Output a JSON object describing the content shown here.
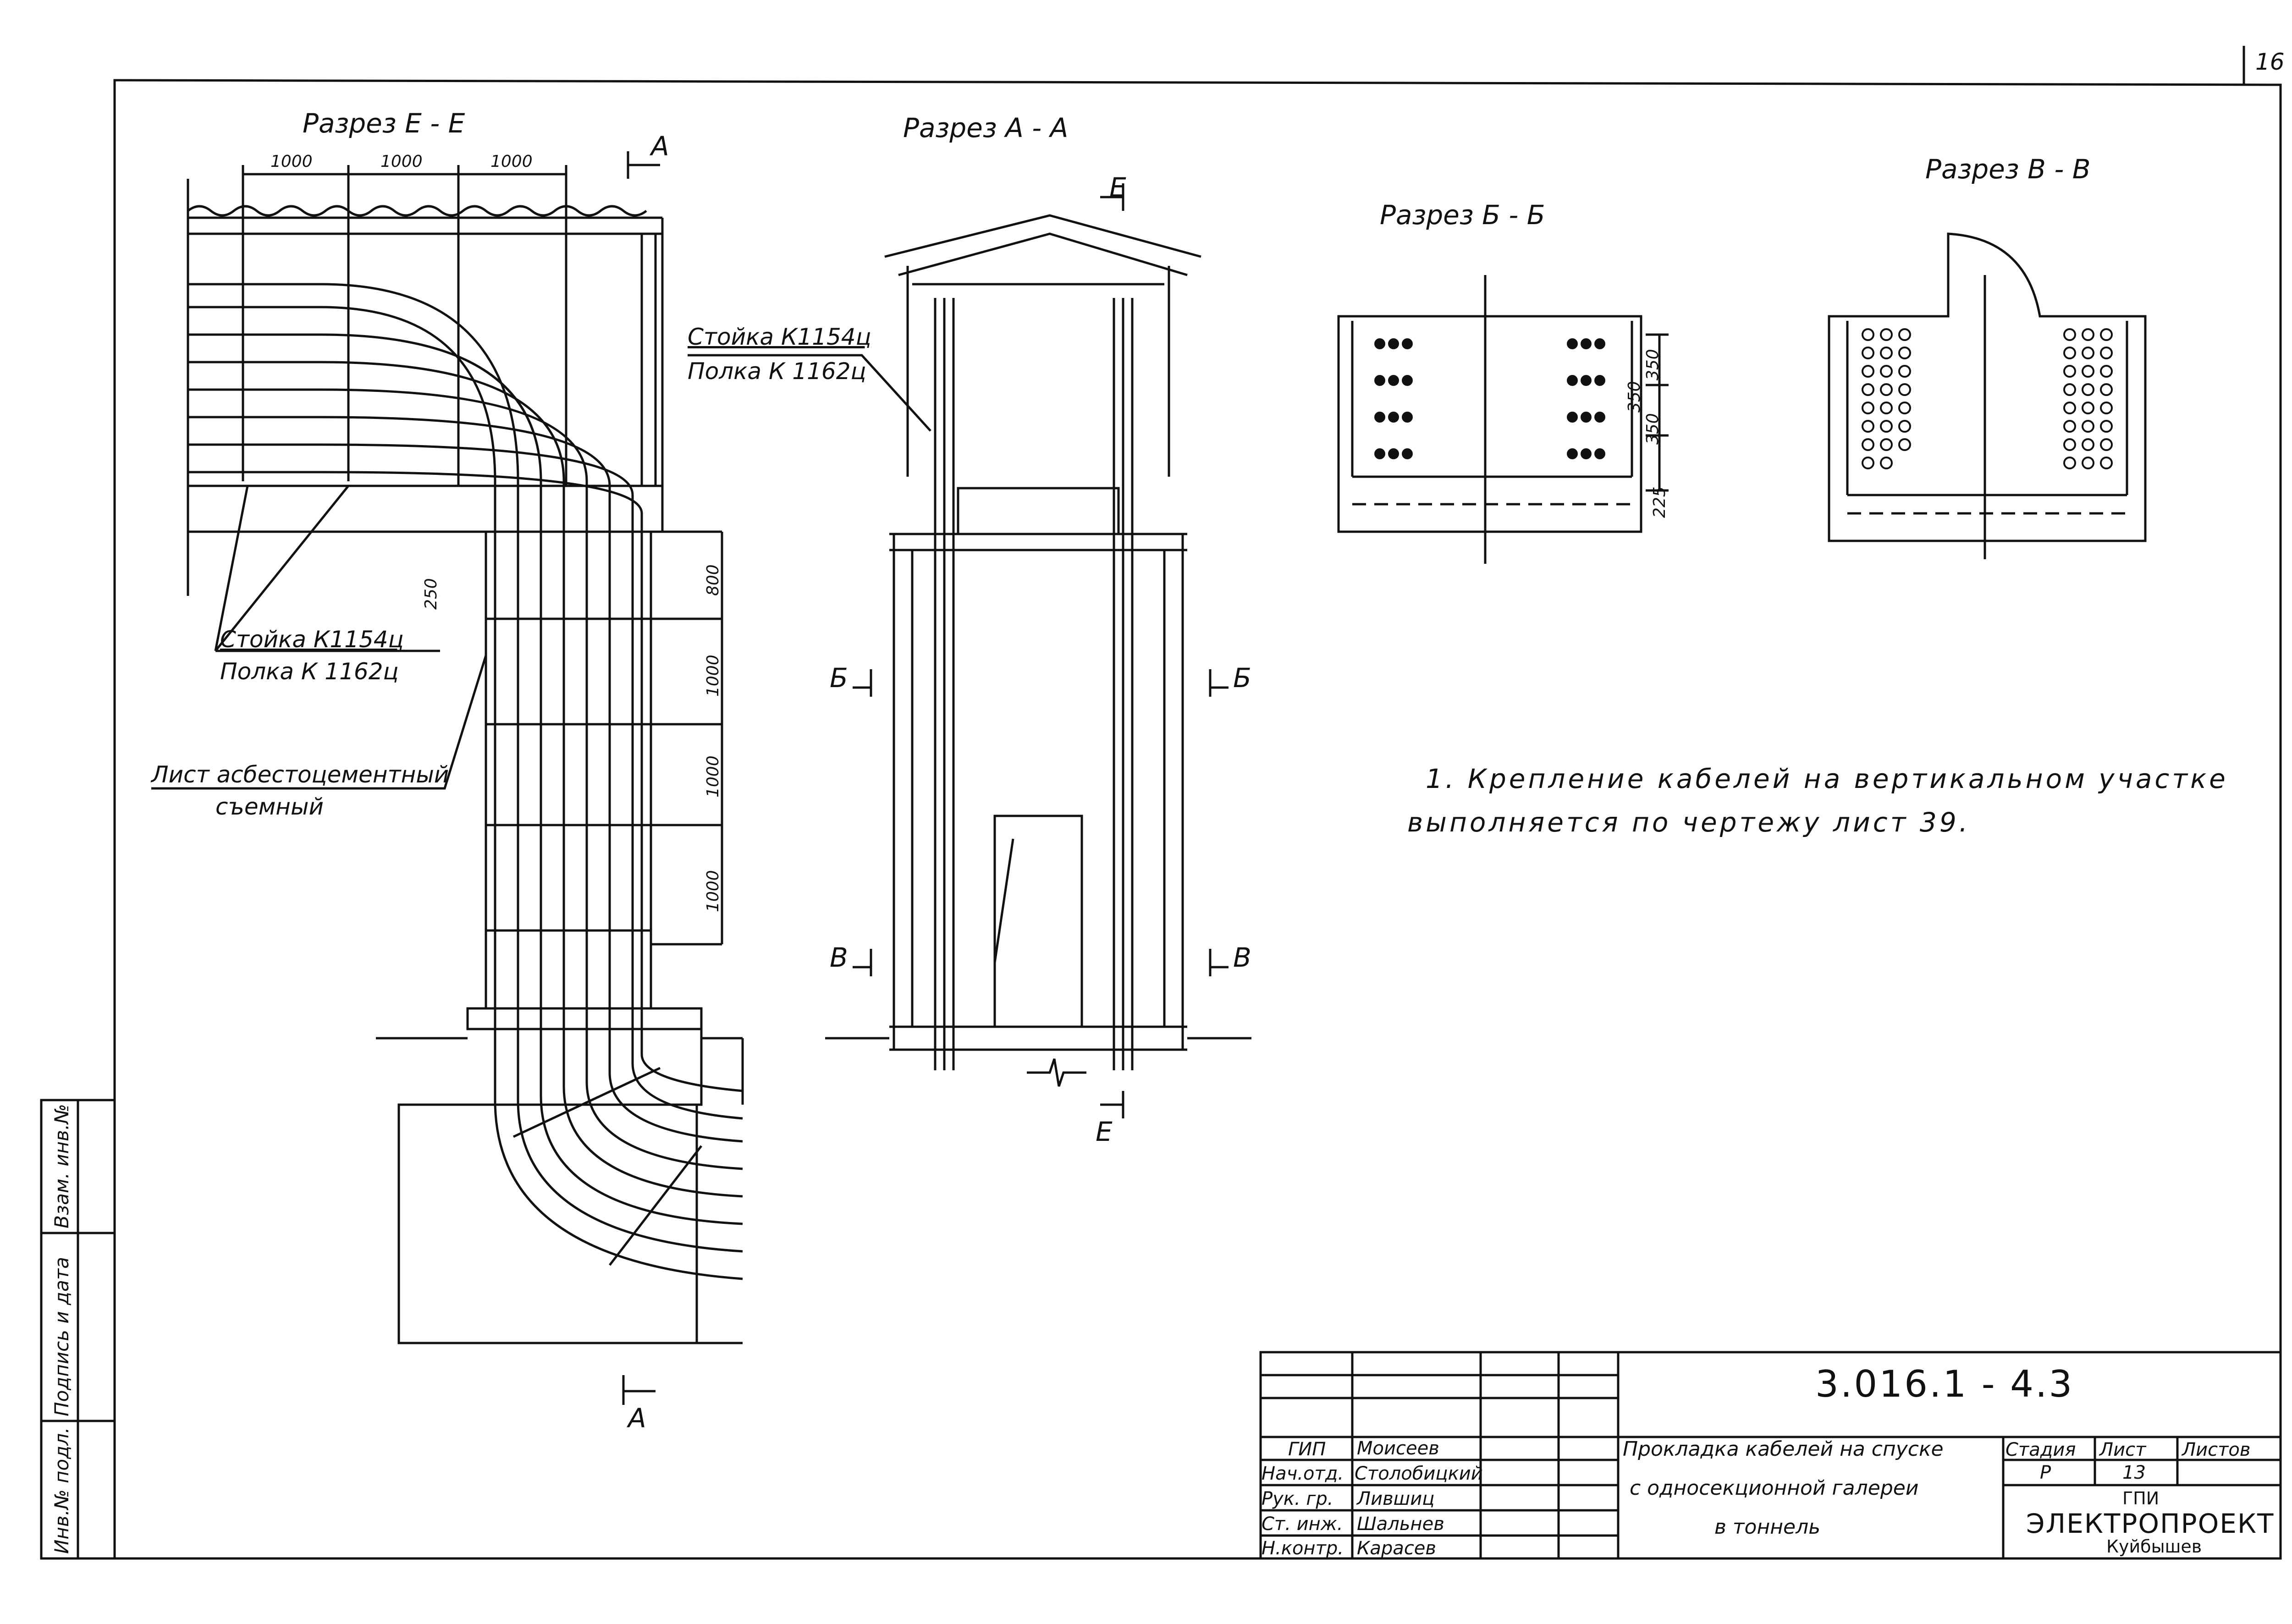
{
  "sheet": {
    "page_number": "16"
  },
  "sections": {
    "ee": {
      "title": "Разрез  Е - Е",
      "dims": [
        "1000",
        "1000",
        "1000"
      ],
      "dims_v": [
        "800",
        "1000",
        "1000",
        "1000"
      ],
      "dim_250": "250"
    },
    "aa": {
      "title": "Разрез  А - А"
    },
    "bb": {
      "title": "Разрез  Б - Б",
      "dims": [
        "350",
        "350",
        "350",
        "225"
      ]
    },
    "vv": {
      "title": "Разрез  В - В"
    }
  },
  "markers": {
    "a": "А",
    "b": "Б",
    "v": "В",
    "e": "Е"
  },
  "callouts": {
    "stand_upper": "Стойка  К1154ц",
    "shelf_upper": "Полка  К 1162ц",
    "stand_lower": "Стойка  К1154ц",
    "shelf_lower": "Полка   К 1162ц",
    "sheet_line1": "Лист асбестоцементный",
    "sheet_line2": "съемный"
  },
  "note": {
    "line1": "1. Крепление  кабелей  на  вертикальном  участке",
    "line2": "выполняется  по  чертежу  лист 39."
  },
  "title_block": {
    "code": "3.016.1 - 4.3",
    "description_line1": "Прокладка кабелей на спуске",
    "description_line2": "с односекционной галереи",
    "description_line3": "в тоннель",
    "roles": [
      {
        "role": "ГИП",
        "name": "Моисеев"
      },
      {
        "role": "Нач.отд.",
        "name": "Столобицкий"
      },
      {
        "role": "Рук. гр.",
        "name": "Лившиц"
      },
      {
        "role": "Ст. инж.",
        "name": "Шальнев"
      },
      {
        "role": "Н.контр.",
        "name": "Карасев"
      }
    ],
    "stage_label": "Стадия",
    "sheet_label": "Лист",
    "sheets_label": "Листов",
    "stage_value": "Р",
    "sheet_value": "13",
    "org_line1": "ГПИ",
    "org_line2": "ЭЛЕКТРОПРОЕКТ",
    "org_line3": "Куйбышев"
  },
  "side_stamp": {
    "inv_podl": "Инв.№ подл.",
    "podpis": "Подпись и дата",
    "vzam": "Взам. инв.№"
  }
}
